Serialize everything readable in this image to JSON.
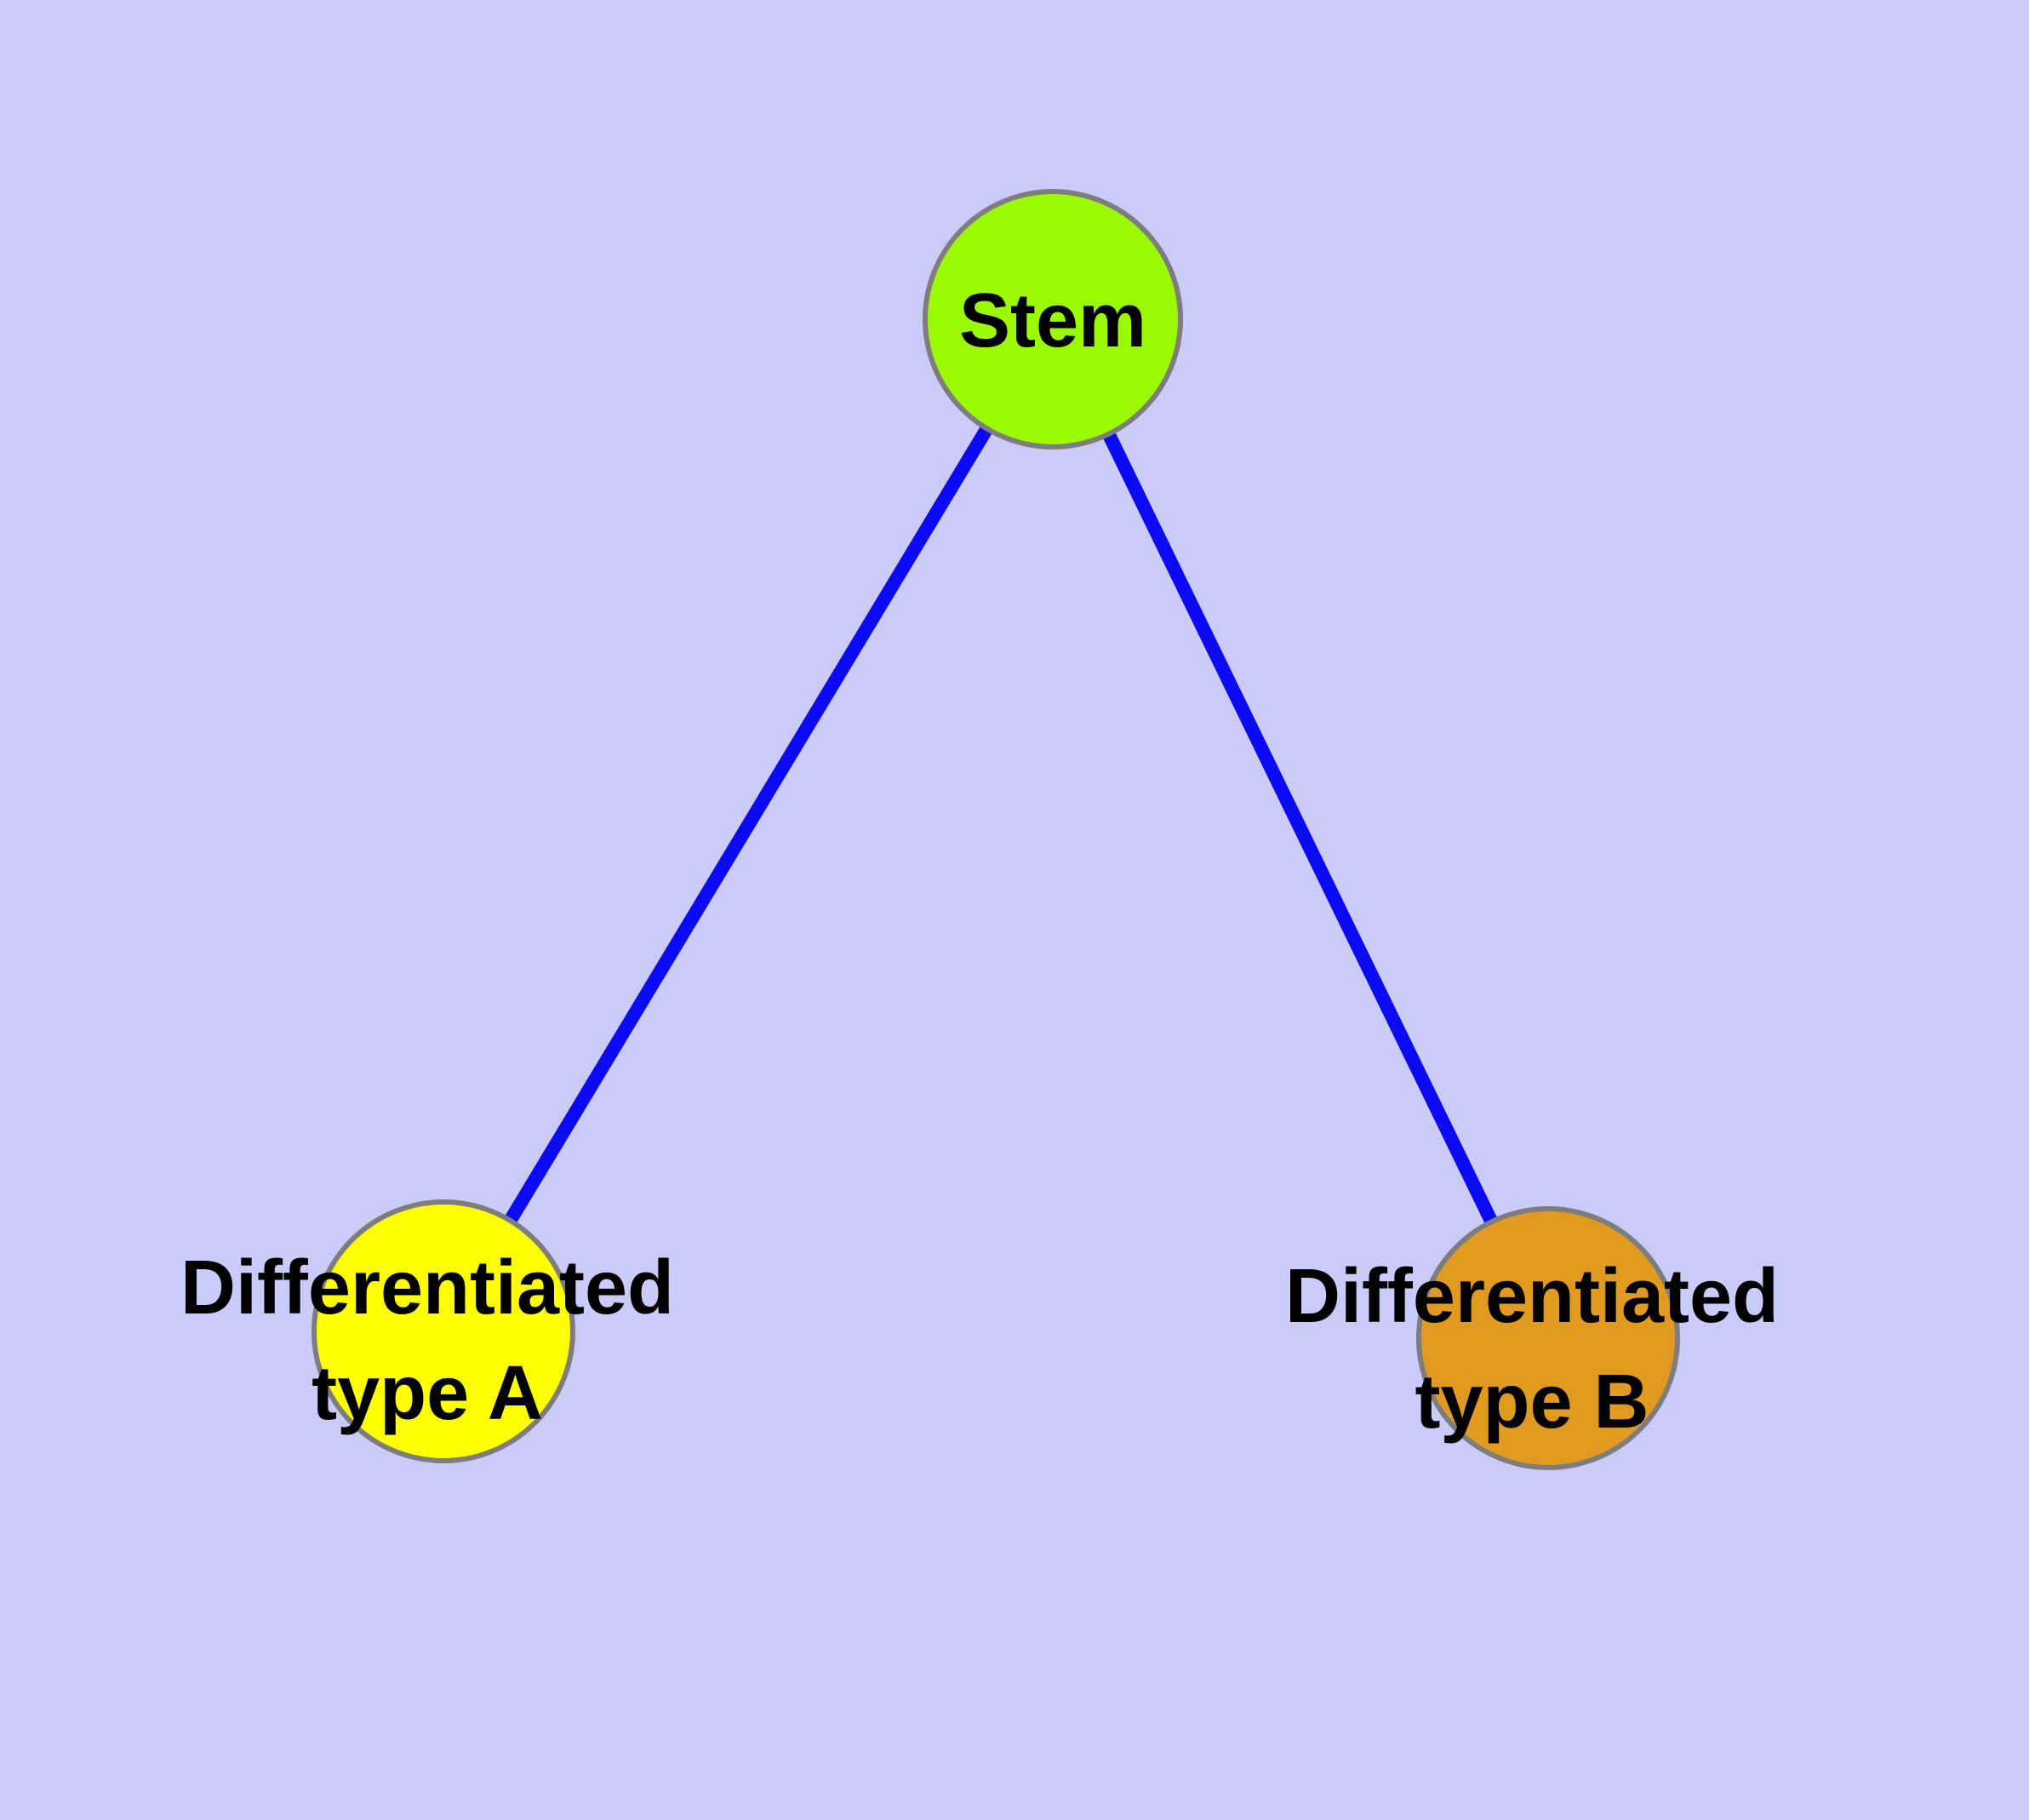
{
  "diagram": {
    "type": "node-link-graph",
    "title": "",
    "background_color": "#cbcbfa",
    "edge_color": "#0a0af5",
    "node_border_color": "#7d7d7d",
    "label_color": "#000000",
    "nodes": {
      "stem": {
        "id": "stem",
        "label": "Stem",
        "color": "#9bfa02",
        "shape": "circle"
      },
      "type_a": {
        "id": "type_a",
        "label": "Differentiated type A",
        "line1": "Differentiated",
        "line2": "type A",
        "color": "#ffff00",
        "shape": "circle"
      },
      "type_b": {
        "id": "type_b",
        "label": "Differentiated type B",
        "line1": "Differentiated",
        "line2": "type B",
        "color": "#e09a20",
        "shape": "circle"
      }
    },
    "edges": [
      {
        "from": "stem",
        "to": "type_a"
      },
      {
        "from": "stem",
        "to": "type_b"
      }
    ]
  }
}
